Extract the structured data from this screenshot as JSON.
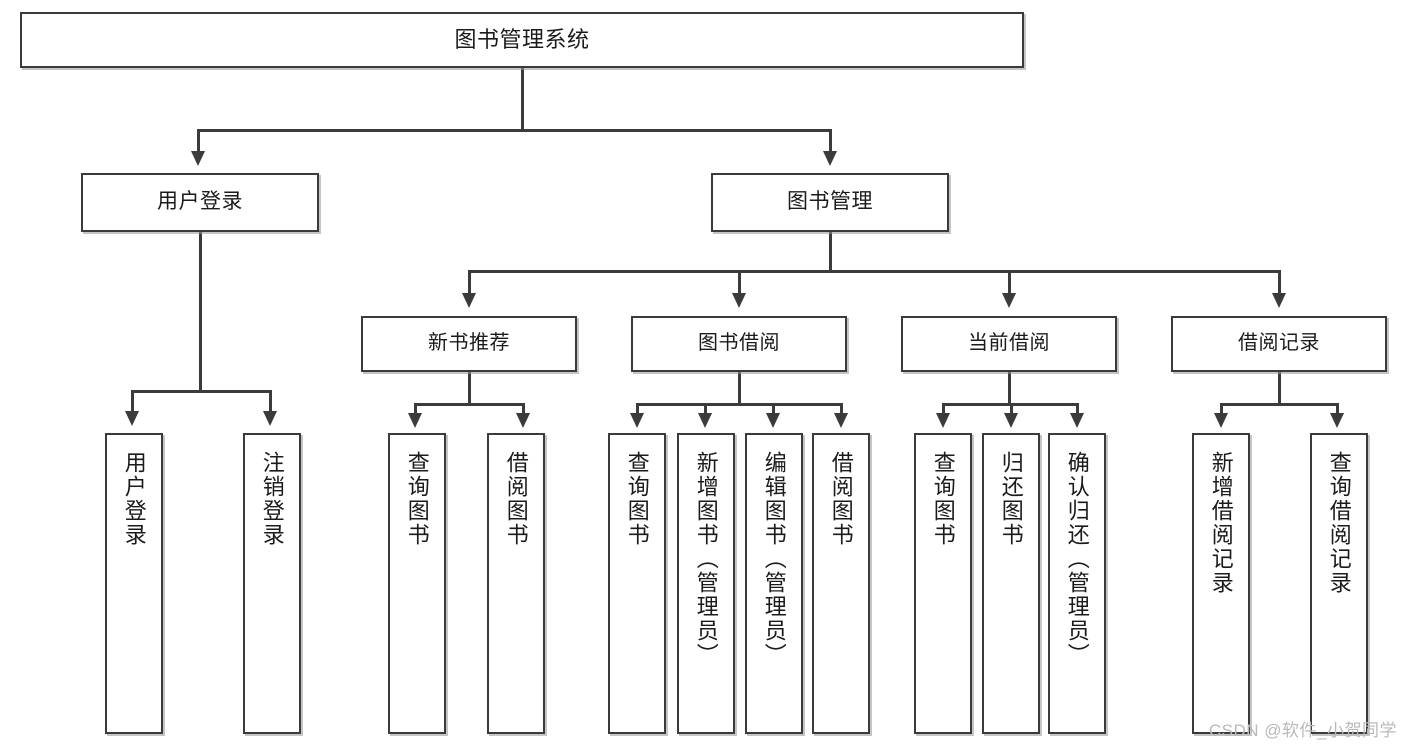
{
  "diagram": {
    "title": "图书管理系统",
    "type": "hierarchy-tree",
    "root": {
      "label": "图书管理系统"
    },
    "level2": [
      {
        "label": "用户登录"
      },
      {
        "label": "图书管理"
      }
    ],
    "level3": [
      {
        "label": "新书推荐"
      },
      {
        "label": "图书借阅"
      },
      {
        "label": "当前借阅"
      },
      {
        "label": "借阅记录"
      }
    ],
    "leaves": {
      "user_login": [
        {
          "label": "用户登录"
        },
        {
          "label": "注销登录"
        }
      ],
      "new_book_recommend": [
        {
          "label": "查询图书"
        },
        {
          "label": "借阅图书"
        }
      ],
      "book_borrow": [
        {
          "label": "查询图书"
        },
        {
          "label": "新增图书（管理员）"
        },
        {
          "label": "编辑图书（管理员）"
        },
        {
          "label": "借阅图书"
        }
      ],
      "current_borrow": [
        {
          "label": "查询图书"
        },
        {
          "label": "归还图书"
        },
        {
          "label": "确认归还（管理员）"
        }
      ],
      "borrow_record": [
        {
          "label": "新增借阅记录"
        },
        {
          "label": "查询借阅记录"
        }
      ]
    }
  },
  "watermark": {
    "text": "CSDN @软件_小贺同学"
  },
  "colors": {
    "border": "#3b3b3b",
    "text": "#1b1b1b",
    "background": "#ffffff",
    "watermark": "#b9b9b9"
  }
}
